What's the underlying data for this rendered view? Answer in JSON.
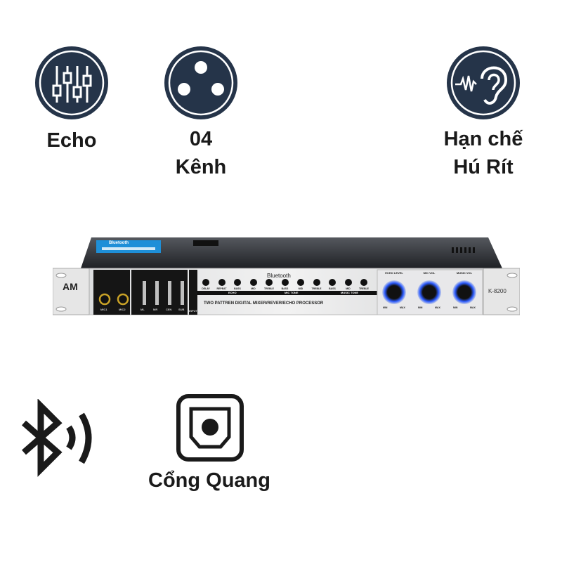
{
  "features": {
    "echo": {
      "icon": "equalizer-sliders-icon",
      "label": "Echo"
    },
    "channels": {
      "icon": "xlr-connector-icon",
      "label_line1": "04",
      "label_line2": "Kênh"
    },
    "feedback": {
      "icon": "ear-sound-icon",
      "label_line1": "Hạn chế",
      "label_line2": "Hú Rít"
    },
    "bluetooth": {
      "icon": "bluetooth-wireless-icon"
    },
    "optical": {
      "icon": "optical-port-icon",
      "label": "Cổng Quang"
    }
  },
  "device": {
    "logo": "AM",
    "model": "K-8200",
    "bluetooth_label": "Bluetooth",
    "sticker_label": "Bluetooth",
    "subtitle": "TWO PATTREN DIGITAL MIXER/REVER/ECHO PROCESSOR",
    "mic_jacks": [
      "MIC1",
      "MIC2"
    ],
    "meters": [
      "ML",
      "MR",
      "CEN",
      "SUB"
    ],
    "knobs": [
      "DELAY",
      "REPEAT",
      "BASS",
      "MID",
      "TREBLE",
      "BASS",
      "MID",
      "TREBLE",
      "BASS",
      "MID",
      "TREBLE"
    ],
    "sections": [
      "ECHO",
      "MIC TONE",
      "MUSIC TONE"
    ],
    "big_knobs": [
      "ECHO LEVEL",
      "MIC VOL",
      "MUSIC VOL"
    ],
    "knob_min": "MIN",
    "knob_max": "MAX",
    "input_label": "INPUT",
    "colors": {
      "icon_navy": "#253449",
      "knob_glow": "#3a6cff",
      "sticker": "#1e8fd8"
    }
  }
}
